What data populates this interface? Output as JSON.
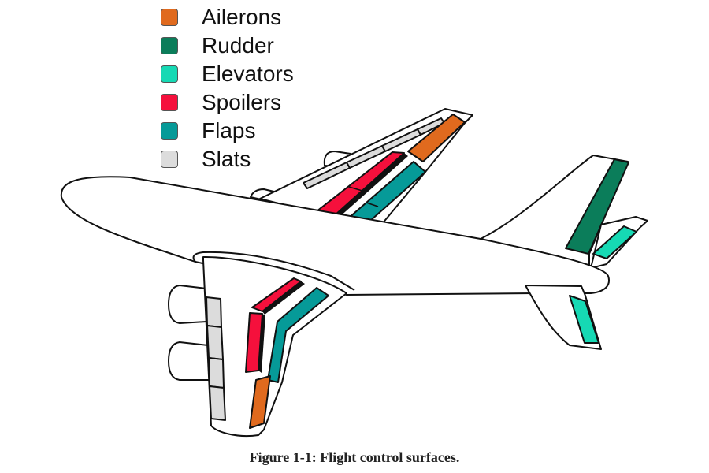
{
  "legend": [
    {
      "label": "Ailerons",
      "color": "#e06a1e"
    },
    {
      "label": "Rudder",
      "color": "#0b7d5a"
    },
    {
      "label": "Elevators",
      "color": "#16d9b4"
    },
    {
      "label": "Spoilers",
      "color": "#f5103c"
    },
    {
      "label": "Flaps",
      "color": "#069a98"
    },
    {
      "label": "Slats",
      "color": "#dcdcdc"
    }
  ],
  "caption": "Figure 1-1: Flight control surfaces."
}
